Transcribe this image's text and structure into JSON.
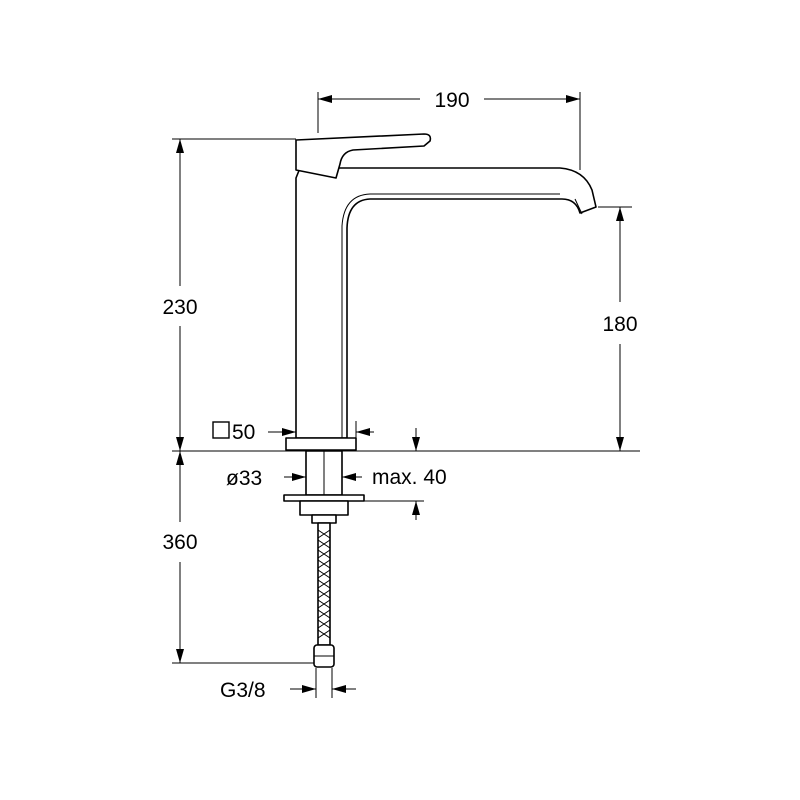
{
  "drawing": {
    "dimensions": {
      "spout_reach": "190",
      "total_height": "230",
      "spout_height": "180",
      "base_size": "50",
      "base_size_symbol": "square",
      "shank_diameter": "ø33",
      "max_deck_thickness": "max. 40",
      "hose_length": "360",
      "hose_connection": "G3/8"
    },
    "colors": {
      "line": "#000000",
      "background": "#ffffff"
    }
  }
}
